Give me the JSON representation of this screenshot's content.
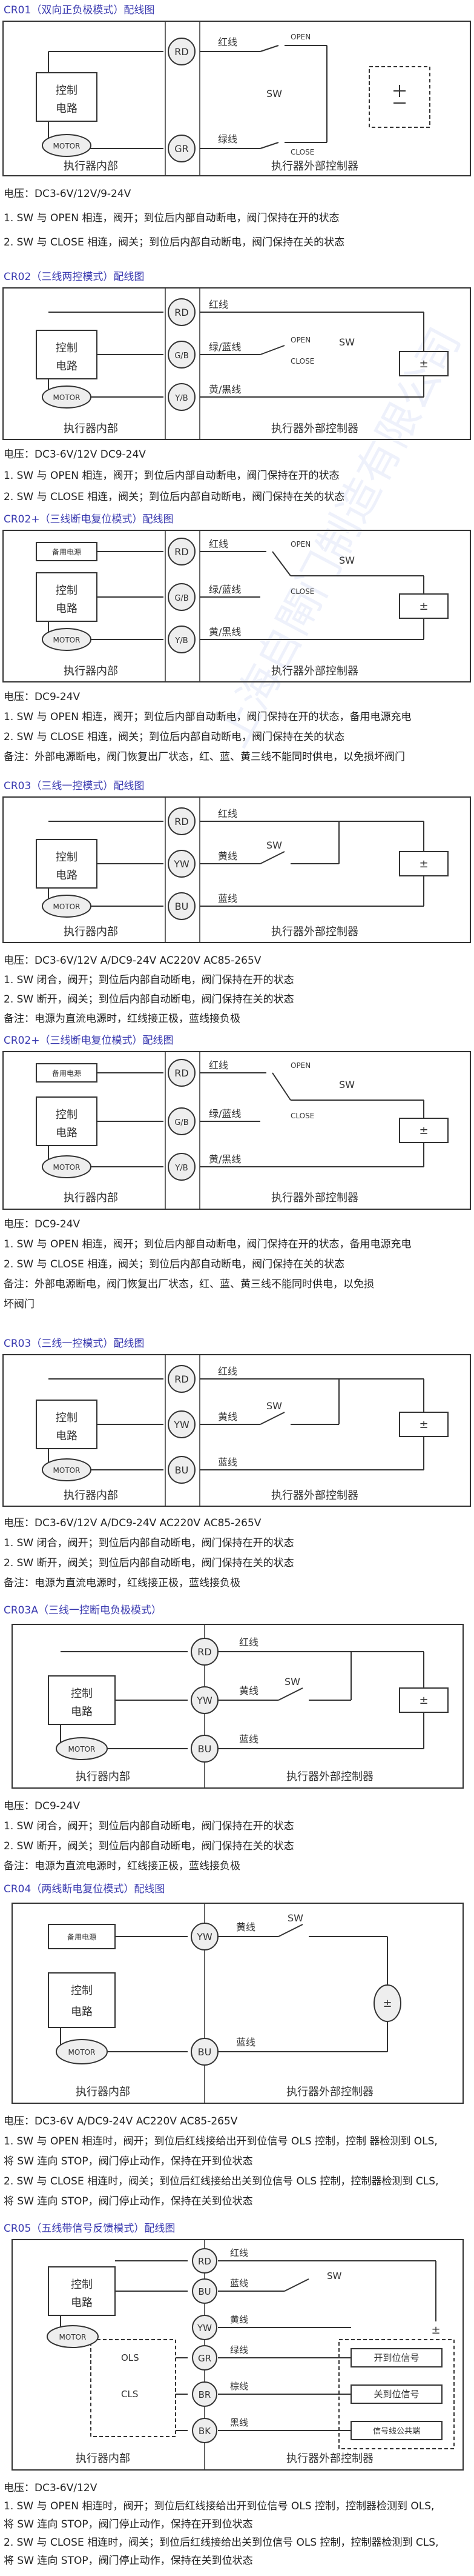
{
  "watermark": "上海自閘门制造有限公司",
  "sections": [
    {
      "title": "CR01（双向正负极模式）配线图",
      "labels": {
        "red": "红线",
        "green": "绿线",
        "open": "OPEN",
        "close": "CLOSE",
        "sw": "SW",
        "rd": "RD",
        "gr": "GR",
        "ctrl1": "控制",
        "ctrl2": "电路",
        "motor": "MOTOR",
        "inner": "执行器内部",
        "outer": "执行器外部控制器"
      },
      "lines": [
        "电压：DC3-6V/12V/9-24V",
        "1. SW 与 OPEN 相连，阀开；到位后内部自动断电，阀门保持在开的状态",
        "2. SW 与 CLOSE 相连，阀关；到位后内部自动断电，阀门保持在关的状态"
      ]
    },
    {
      "title": "CR02（三线两控模式）配线图",
      "labels": {
        "red": "红线",
        "gy": "绿/蓝线",
        "yb": "黄/黑线",
        "open": "OPEN",
        "close": "CLOSE",
        "sw": "SW",
        "rd": "RD",
        "gb": "G/B",
        "yb2": "Y/B",
        "ctrl1": "控制",
        "ctrl2": "电路",
        "motor": "MOTOR",
        "inner": "执行器内部",
        "outer": "执行器外部控制器"
      },
      "lines": [
        "电压：DC3-6V/12V DC9-24V",
        "1. SW 与 OPEN 相连，阀开；到位后内部自动断电，阀门保持在开的状态",
        "2. SW 与 CLOSE 相连，阀关；到位后内部自动断电，阀门保持在关的状态"
      ]
    },
    {
      "title": "CR02+（三线断电复位模式）配线图",
      "labels": {
        "battery": "备用电源",
        "red": "红线",
        "gy": "绿/蓝线",
        "yb": "黄/黑线",
        "open": "OPEN",
        "close": "CLOSE",
        "sw": "SW",
        "rd": "RD",
        "gb": "G/B",
        "yb2": "Y/B",
        "ctrl1": "控制",
        "ctrl2": "电路",
        "motor": "MOTOR",
        "inner": "执行器内部",
        "outer": "执行器外部控制器"
      },
      "lines": [
        "电压：DC9-24V",
        "1. SW 与 OPEN 相连，阀开；到位后内部自动断电，阀门保持在开的状态，备用电源充电",
        "2. SW 与 CLOSE 相连，阀关；到位后内部自动断电，阀门保持在关的状态",
        "备注：外部电源断电，阀门恢复出厂状态，红、蓝、黄三线不能同时供电，以免损坏阀门"
      ]
    },
    {
      "title": "CR03（三线一控模式）配线图",
      "labels": {
        "red": "红线",
        "yellow": "黄线",
        "blue": "蓝线",
        "sw": "SW",
        "rd": "RD",
        "yw": "YW",
        "bu": "BU",
        "ctrl1": "控制",
        "ctrl2": "电路",
        "motor": "MOTOR",
        "inner": "执行器内部",
        "outer": "执行器外部控制器"
      },
      "lines": [
        "电压：DC3-6V/12V A/DC9-24V AC220V AC85-265V",
        "1. SW 闭合，阀开；到位后内部自动断电，阀门保持在开的状态",
        "2. SW 断开，阀关；到位后内部自动断电，阀门保持在关的状态",
        "备注：电源为直流电源时，红线接正极，蓝线接负极"
      ]
    },
    {
      "title": "CR02+（三线断电复位模式）配线图",
      "labels": {
        "battery": "备用电源",
        "red": "红线",
        "gy": "绿/蓝线",
        "yb": "黄/黑线",
        "open": "OPEN",
        "close": "CLOSE",
        "sw": "SW",
        "rd": "RD",
        "gb": "G/B",
        "yb2": "Y/B",
        "ctrl1": "控制",
        "ctrl2": "电路",
        "motor": "MOTOR",
        "inner": "执行器内部",
        "outer": "执行器外部控制器"
      },
      "lines": [
        "电压：DC9-24V",
        "1. SW 与 OPEN 相连，阀开；到位后内部自动断电，阀门保持在开的状态，备用电源充电",
        "2. SW 与 CLOSE 相连，阀关；到位后内部自动断电，阀门保持在关的状态",
        "备注：外部电源断电，阀门恢复出厂状态，红、蓝、黄三线不能同时供电，以免损",
        "坏阀门"
      ]
    },
    {
      "title": "CR03（三线一控模式）配线图",
      "labels": {
        "red": "红线",
        "yellow": "黄线",
        "blue": "蓝线",
        "sw": "SW",
        "rd": "RD",
        "yw": "YW",
        "bu": "BU",
        "ctrl1": "控制",
        "ctrl2": "电路",
        "motor": "MOTOR",
        "inner": "执行器内部",
        "outer": "执行器外部控制器"
      },
      "lines": [
        "电压：DC3-6V/12V A/DC9-24V AC220V AC85-265V",
        "1. SW 闭合，阀开；到位后内部自动断电，阀门保持在开的状态",
        "2. SW 断开，阀关；到位后内部自动断电，阀门保持在关的状态",
        "备注：电源为直流电源时，红线接正极，蓝线接负极"
      ]
    },
    {
      "title": "CR03A（三线一控断电负极模式）",
      "labels": {
        "red": "红线",
        "yellow": "黄线",
        "blue": "蓝线",
        "sw": "SW",
        "rd": "RD",
        "yw": "YW",
        "bu": "BU",
        "ctrl1": "控制",
        "ctrl2": "电路",
        "motor": "MOTOR",
        "inner": "执行器内部",
        "outer": "执行器外部控制器"
      },
      "lines": [
        "电压：DC9-24V",
        "1. SW 闭合，阀开；到位后内部自动断电，阀门保持在开的状态",
        "2. SW 断开，阀关；到位后内部自动断电，阀门保持在关的状态",
        "备注：电源为直流电源时，红线接正极，蓝线接负极"
      ]
    },
    {
      "title": "CR04（两线断电复位模式）配线图",
      "labels": {
        "battery": "备用电源",
        "yellow": "黄线",
        "blue": "蓝线",
        "sw": "SW",
        "yw": "YW",
        "bu": "BU",
        "ctrl1": "控制",
        "ctrl2": "电路",
        "motor": "MOTOR",
        "inner": "执行器内部",
        "outer": "执行器外部控制器"
      },
      "lines": [
        "电压：DC3-6V A/DC9-24V AC220V AC85-265V",
        "1. SW 与 OPEN 相连时，阀开；到位后红线接给出开到位信号 OLS 控制，控制 器检测到 OLS,",
        "将 SW 连向 STOP，阀门停止动作，保持在开到位状态",
        "2. SW 与 CLOSE 相连时，阀关；到位后红线接给出关到位信号 OLS 控制，控制器检测到 CLS,",
        "将 SW 连向 STOP，阀门停止动作，保持在关到位状态"
      ]
    },
    {
      "title": "CR05（五线带信号反馈模式）配线图",
      "labels": {
        "red": "红线",
        "blue": "蓝线",
        "yellow": "黄线",
        "green": "绿线",
        "brown": "棕线",
        "black": "黑线",
        "sw": "SW",
        "rd": "RD",
        "bu": "BU",
        "yw": "YW",
        "gr": "GR",
        "br": "BR",
        "bk": "BK",
        "ols": "OLS",
        "cls": "CLS",
        "ctrl1": "控制",
        "ctrl2": "电路",
        "motor": "MOTOR",
        "inner": "执行器内部",
        "outer": "执行器外部控制器",
        "sig_open": "开到位信号",
        "sig_close": "关到位信号",
        "sig_common": "信号线公共端"
      },
      "lines": [
        "电压：DC3-6V/12V",
        "1. SW 与 OPEN 相连时，阀开；到位后红线接给出开到位信号 OLS 控制，控制器检测到 OLS,",
        "将 SW 连向 STOP，阀门停止动作，保持在开到位状态",
        "2. SW 与 CLOSE 相连时，阀关；到位后红线接给出关到位信号 OLS 控制，控制器检测到 CLS,",
        "将 SW 连向 STOP，阀门停止动作，保持在关到位状态"
      ]
    }
  ]
}
